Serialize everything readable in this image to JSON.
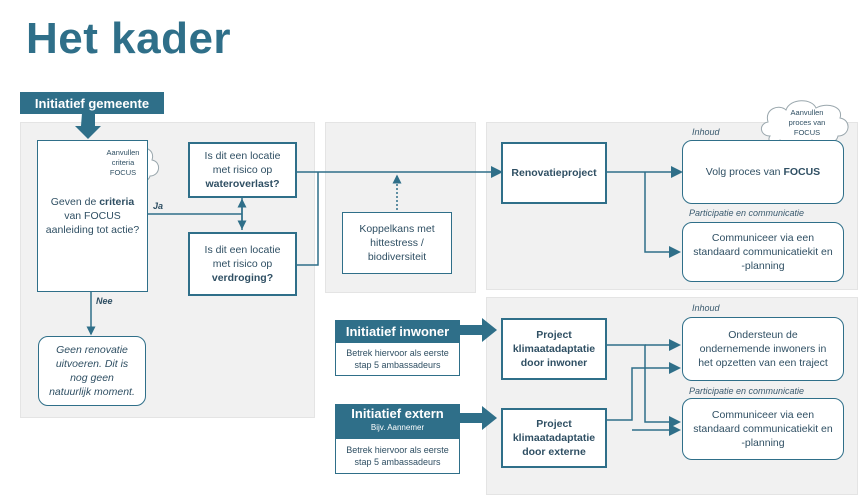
{
  "title": "Het kader",
  "initiatief_gemeente": "Initiatief gemeente",
  "cloud_left": [
    "Aanvullen",
    "criteria",
    "FOCUS"
  ],
  "criteria_box": {
    "pre": "Geven de ",
    "bold": "criteria",
    "post": " van FOCUS aanleiding tot actie?"
  },
  "label_ja": "Ja",
  "label_nee": "Nee",
  "question_water": {
    "text": "Is dit een locatie met risico op",
    "bold": "wateroverlast?"
  },
  "question_droog": {
    "text": "Is dit een locatie met risico op",
    "bold": "verdroging?"
  },
  "geen_renovatie": "Geen renovatie uitvoeren. Dit is nog geen natuurlijk moment.",
  "koppelkans": "Koppelkans met hittestress / biodiversiteit",
  "renovatieproject": "Renovatieproject",
  "cloud_right": [
    "Aanvullen",
    "proces van",
    "FOCUS"
  ],
  "inhoud_label": "Inhoud",
  "participatie_label": "Participatie en communicatie",
  "volg_proces": {
    "text": "Volg proces van ",
    "bold": "FOCUS"
  },
  "communiceer": "Communiceer via een standaard communicatiekit en -planning",
  "initiatief_inwoner": "Initiatief inwoner",
  "initiatief_extern": "Initiatief extern",
  "extern_sub": "Bijv. Aannemer",
  "betrek": "Betrek hiervoor als eerste stap 5 ambassadeurs",
  "project_inwoner": "Project klimaatadaptatie door inwoner",
  "project_extern": "Project klimaatadaptatie door externe",
  "ondersteun": "Ondersteun de ondernemende inwoners in het opzetten van een traject",
  "colors": {
    "primary": "#2f6f89",
    "panel": "#f1f1f1"
  }
}
